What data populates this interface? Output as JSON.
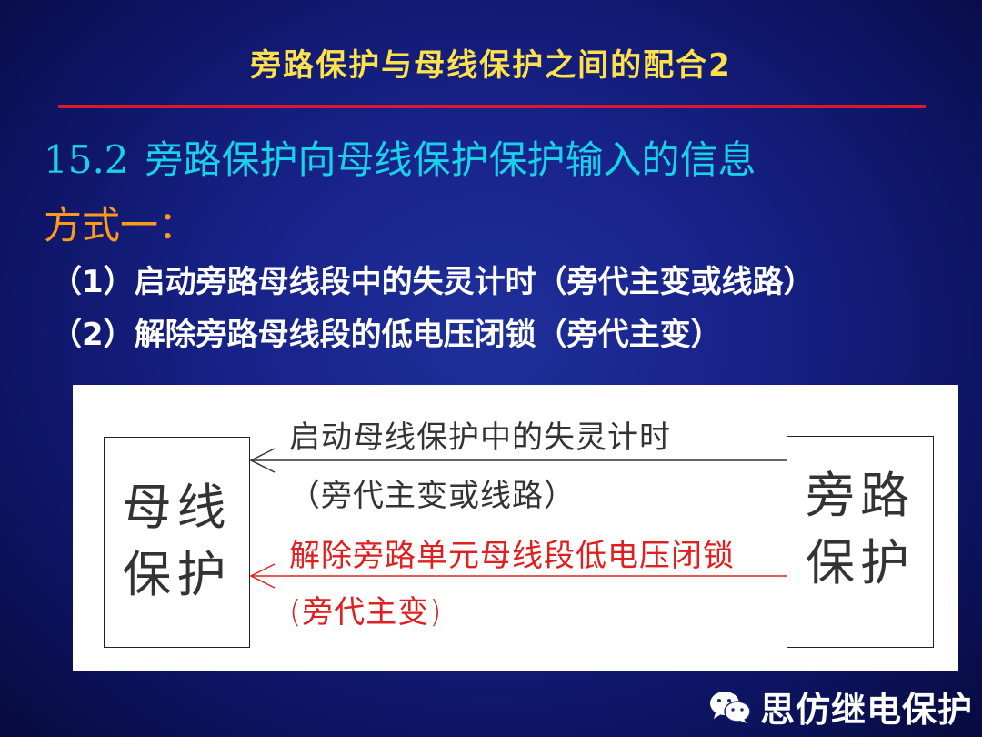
{
  "slide": {
    "title": "旁路保护与母线保护之间的配合2",
    "section_number": "15.2",
    "section_title": "旁路保护向母线保护保护输入的信息",
    "method_label": "方式一：",
    "items": [
      "（1）启动旁路母线段中的失灵计时（旁代主变或线路）",
      "（2）解除旁路母线段的低电压闭锁（旁代主变）"
    ]
  },
  "diagram": {
    "left_box": {
      "line1": "母线",
      "line2": "保护"
    },
    "right_box": {
      "line1": "旁路",
      "line2": "保护"
    },
    "signal_1": {
      "line1": "启动母线保护中的失灵计时",
      "line2": "（旁代主变或线路）",
      "color": "#333333"
    },
    "signal_2": {
      "line1": "解除旁路单元母线段低电压闭锁",
      "line2": "(旁代主变)",
      "color": "#e02020"
    }
  },
  "branding": {
    "name": "思仿继电保护",
    "icon": "wechat-icon"
  },
  "colors": {
    "title": "#ffe24a",
    "rule": "#e0162b",
    "heading": "#18d3e8",
    "method": "#ff9a1a",
    "items": "#ffffff"
  }
}
